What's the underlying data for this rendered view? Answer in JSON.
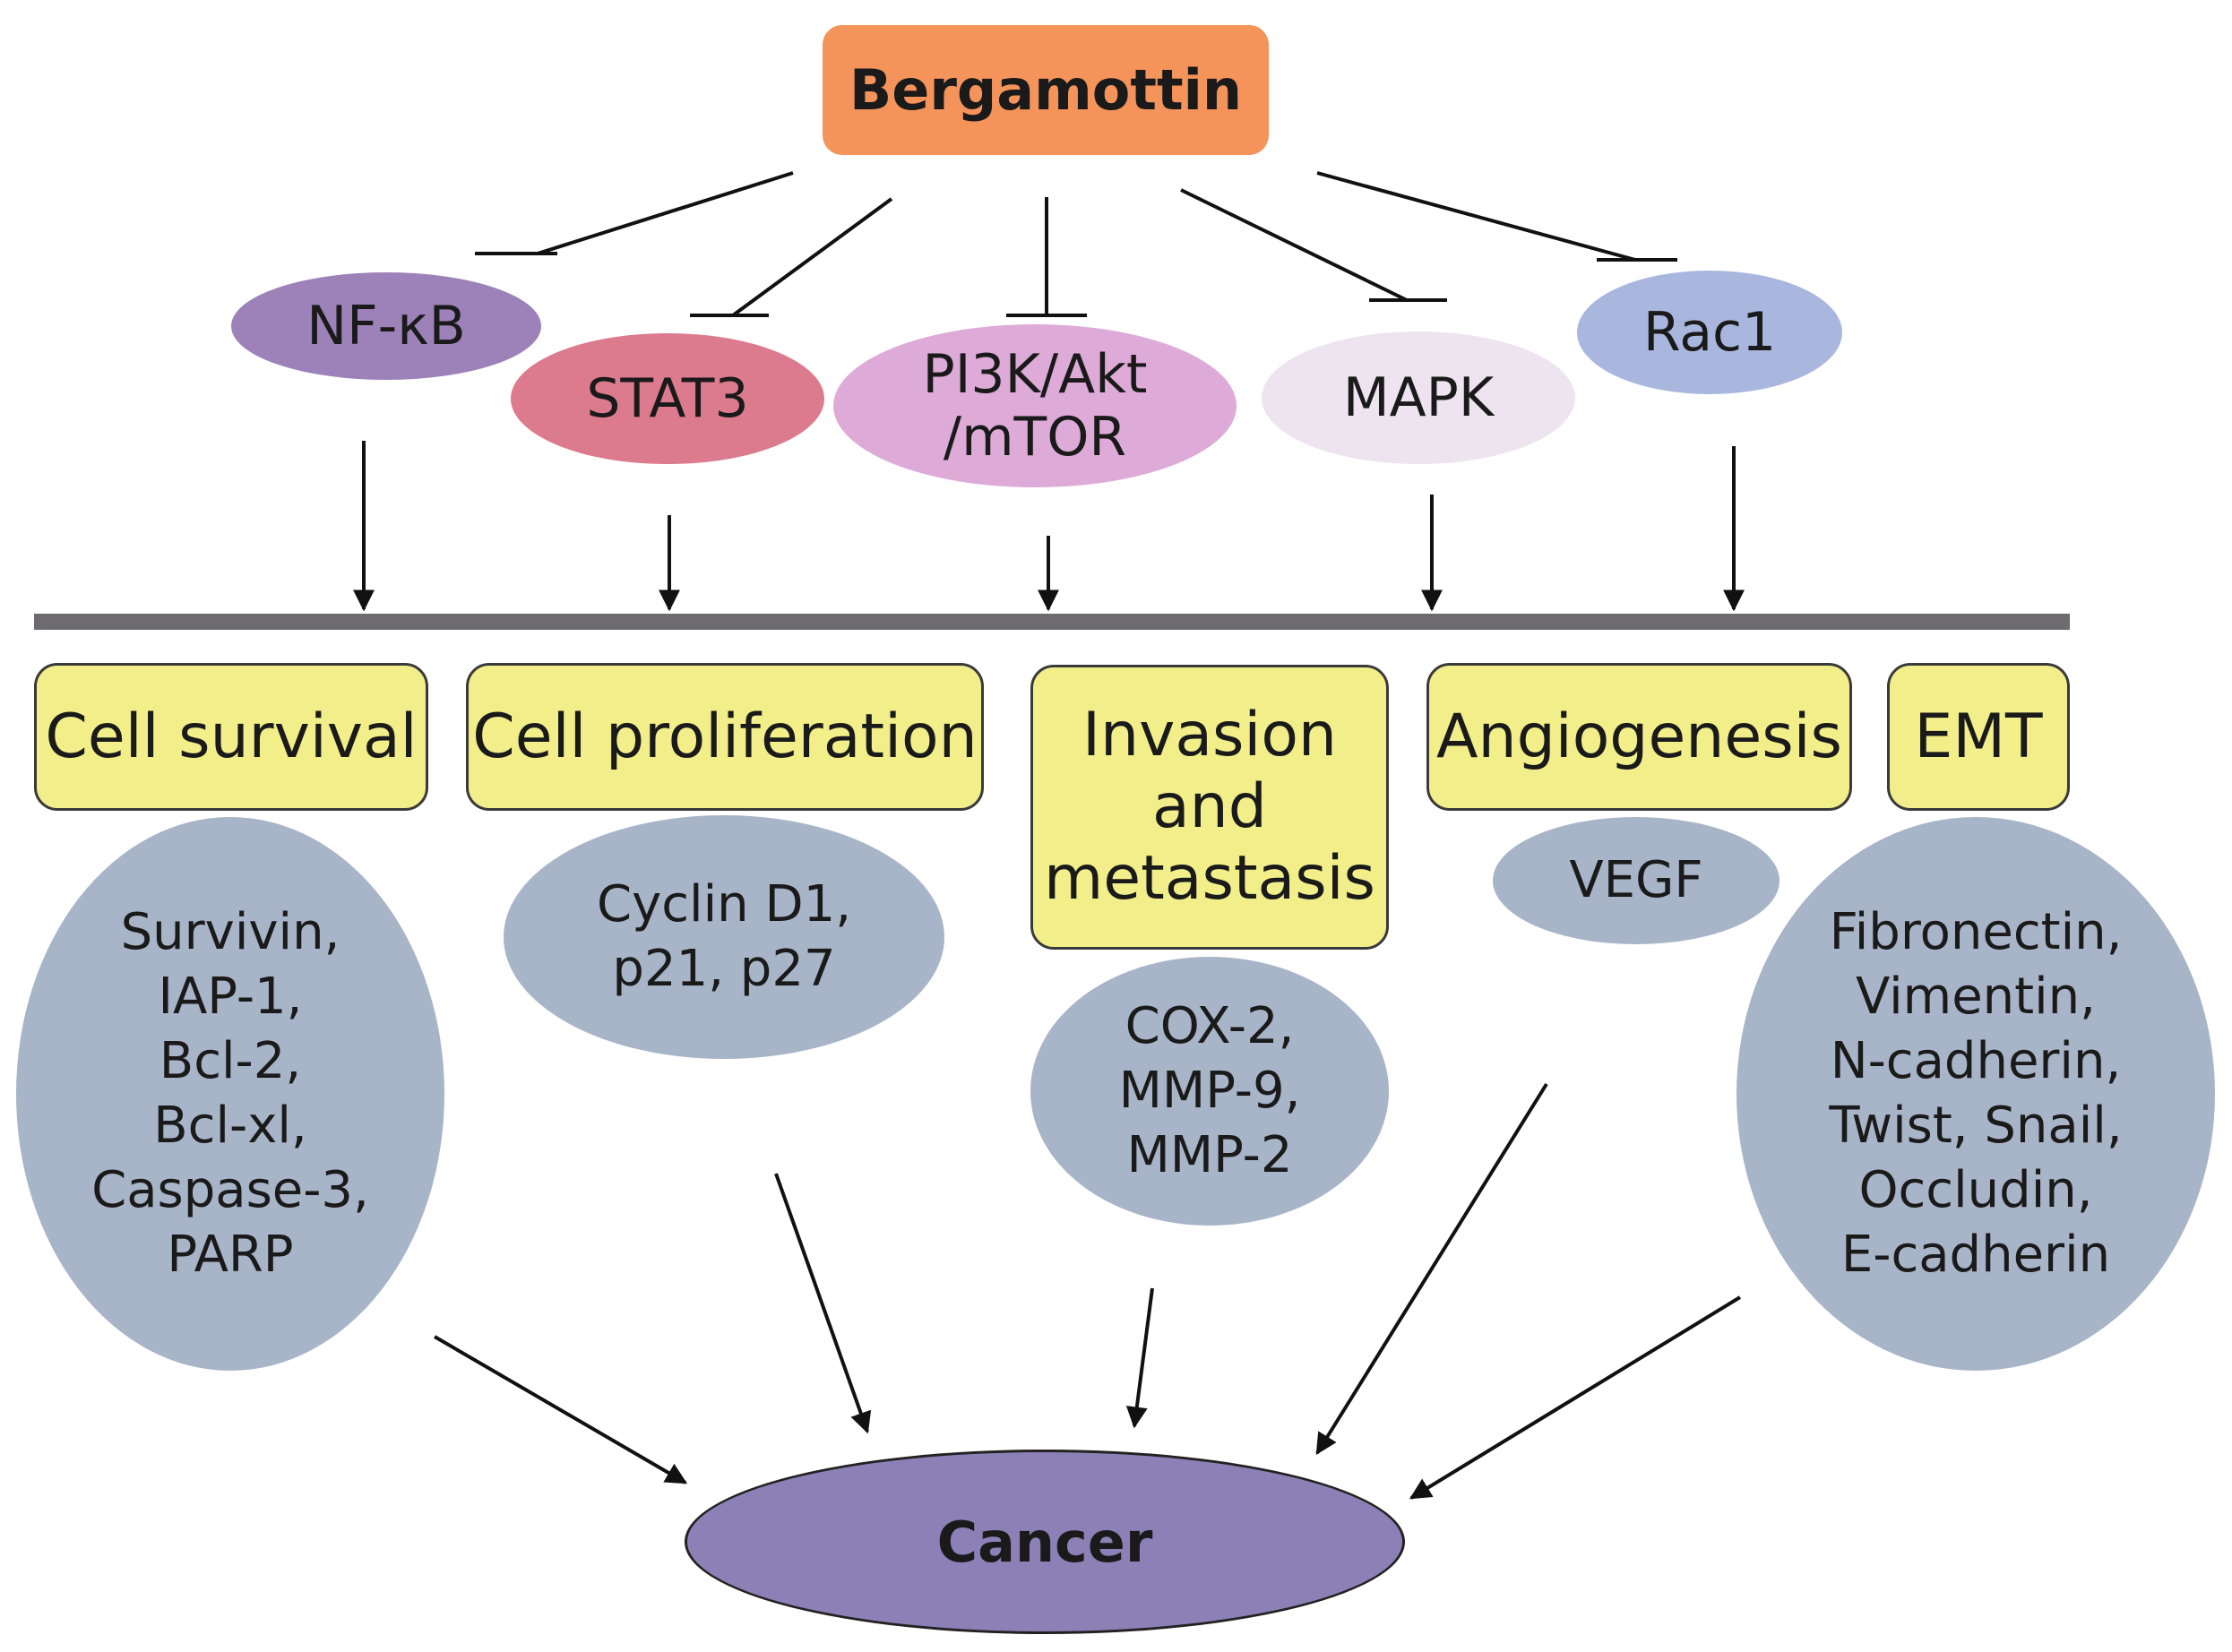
{
  "source": {
    "label": "Bergamottin",
    "color": "#f4935a"
  },
  "pathways": [
    {
      "label": "NF-κB",
      "color": "#9c82b8"
    },
    {
      "label": "STAT3",
      "color": "#dc7a8e"
    },
    {
      "label": "PI3K/Akt\n/mTOR",
      "color": "#deaad8"
    },
    {
      "label": "MAPK",
      "color": "#ede4f0"
    },
    {
      "label": "Rac1",
      "color": "#a9b7de"
    }
  ],
  "processes": [
    {
      "label": "Cell survival"
    },
    {
      "label": "Cell proliferation"
    },
    {
      "label": "Invasion\nand\nmetastasis"
    },
    {
      "label": "Angiogenesis"
    },
    {
      "label": "EMT"
    }
  ],
  "markers": [
    {
      "label": "Survivin,\nIAP-1,\nBcl-2,\nBcl-xl,\nCaspase-3,\nPARP"
    },
    {
      "label": "Cyclin D1,\np21, p27"
    },
    {
      "label": "COX-2,\nMMP-9,\nMMP-2"
    },
    {
      "label": "VEGF"
    },
    {
      "label": "Fibronectin,\nVimentin,\nN-cadherin,\nTwist, Snail,\nOccludin,\nE-cadherin"
    }
  ],
  "outcome": {
    "label": "Cancer",
    "color": "#8d80b6"
  },
  "colors": {
    "box_fill": "#f2ef8a",
    "marker_fill": "#a8b4c8",
    "bar": "#6e6b70",
    "line": "#111111"
  }
}
